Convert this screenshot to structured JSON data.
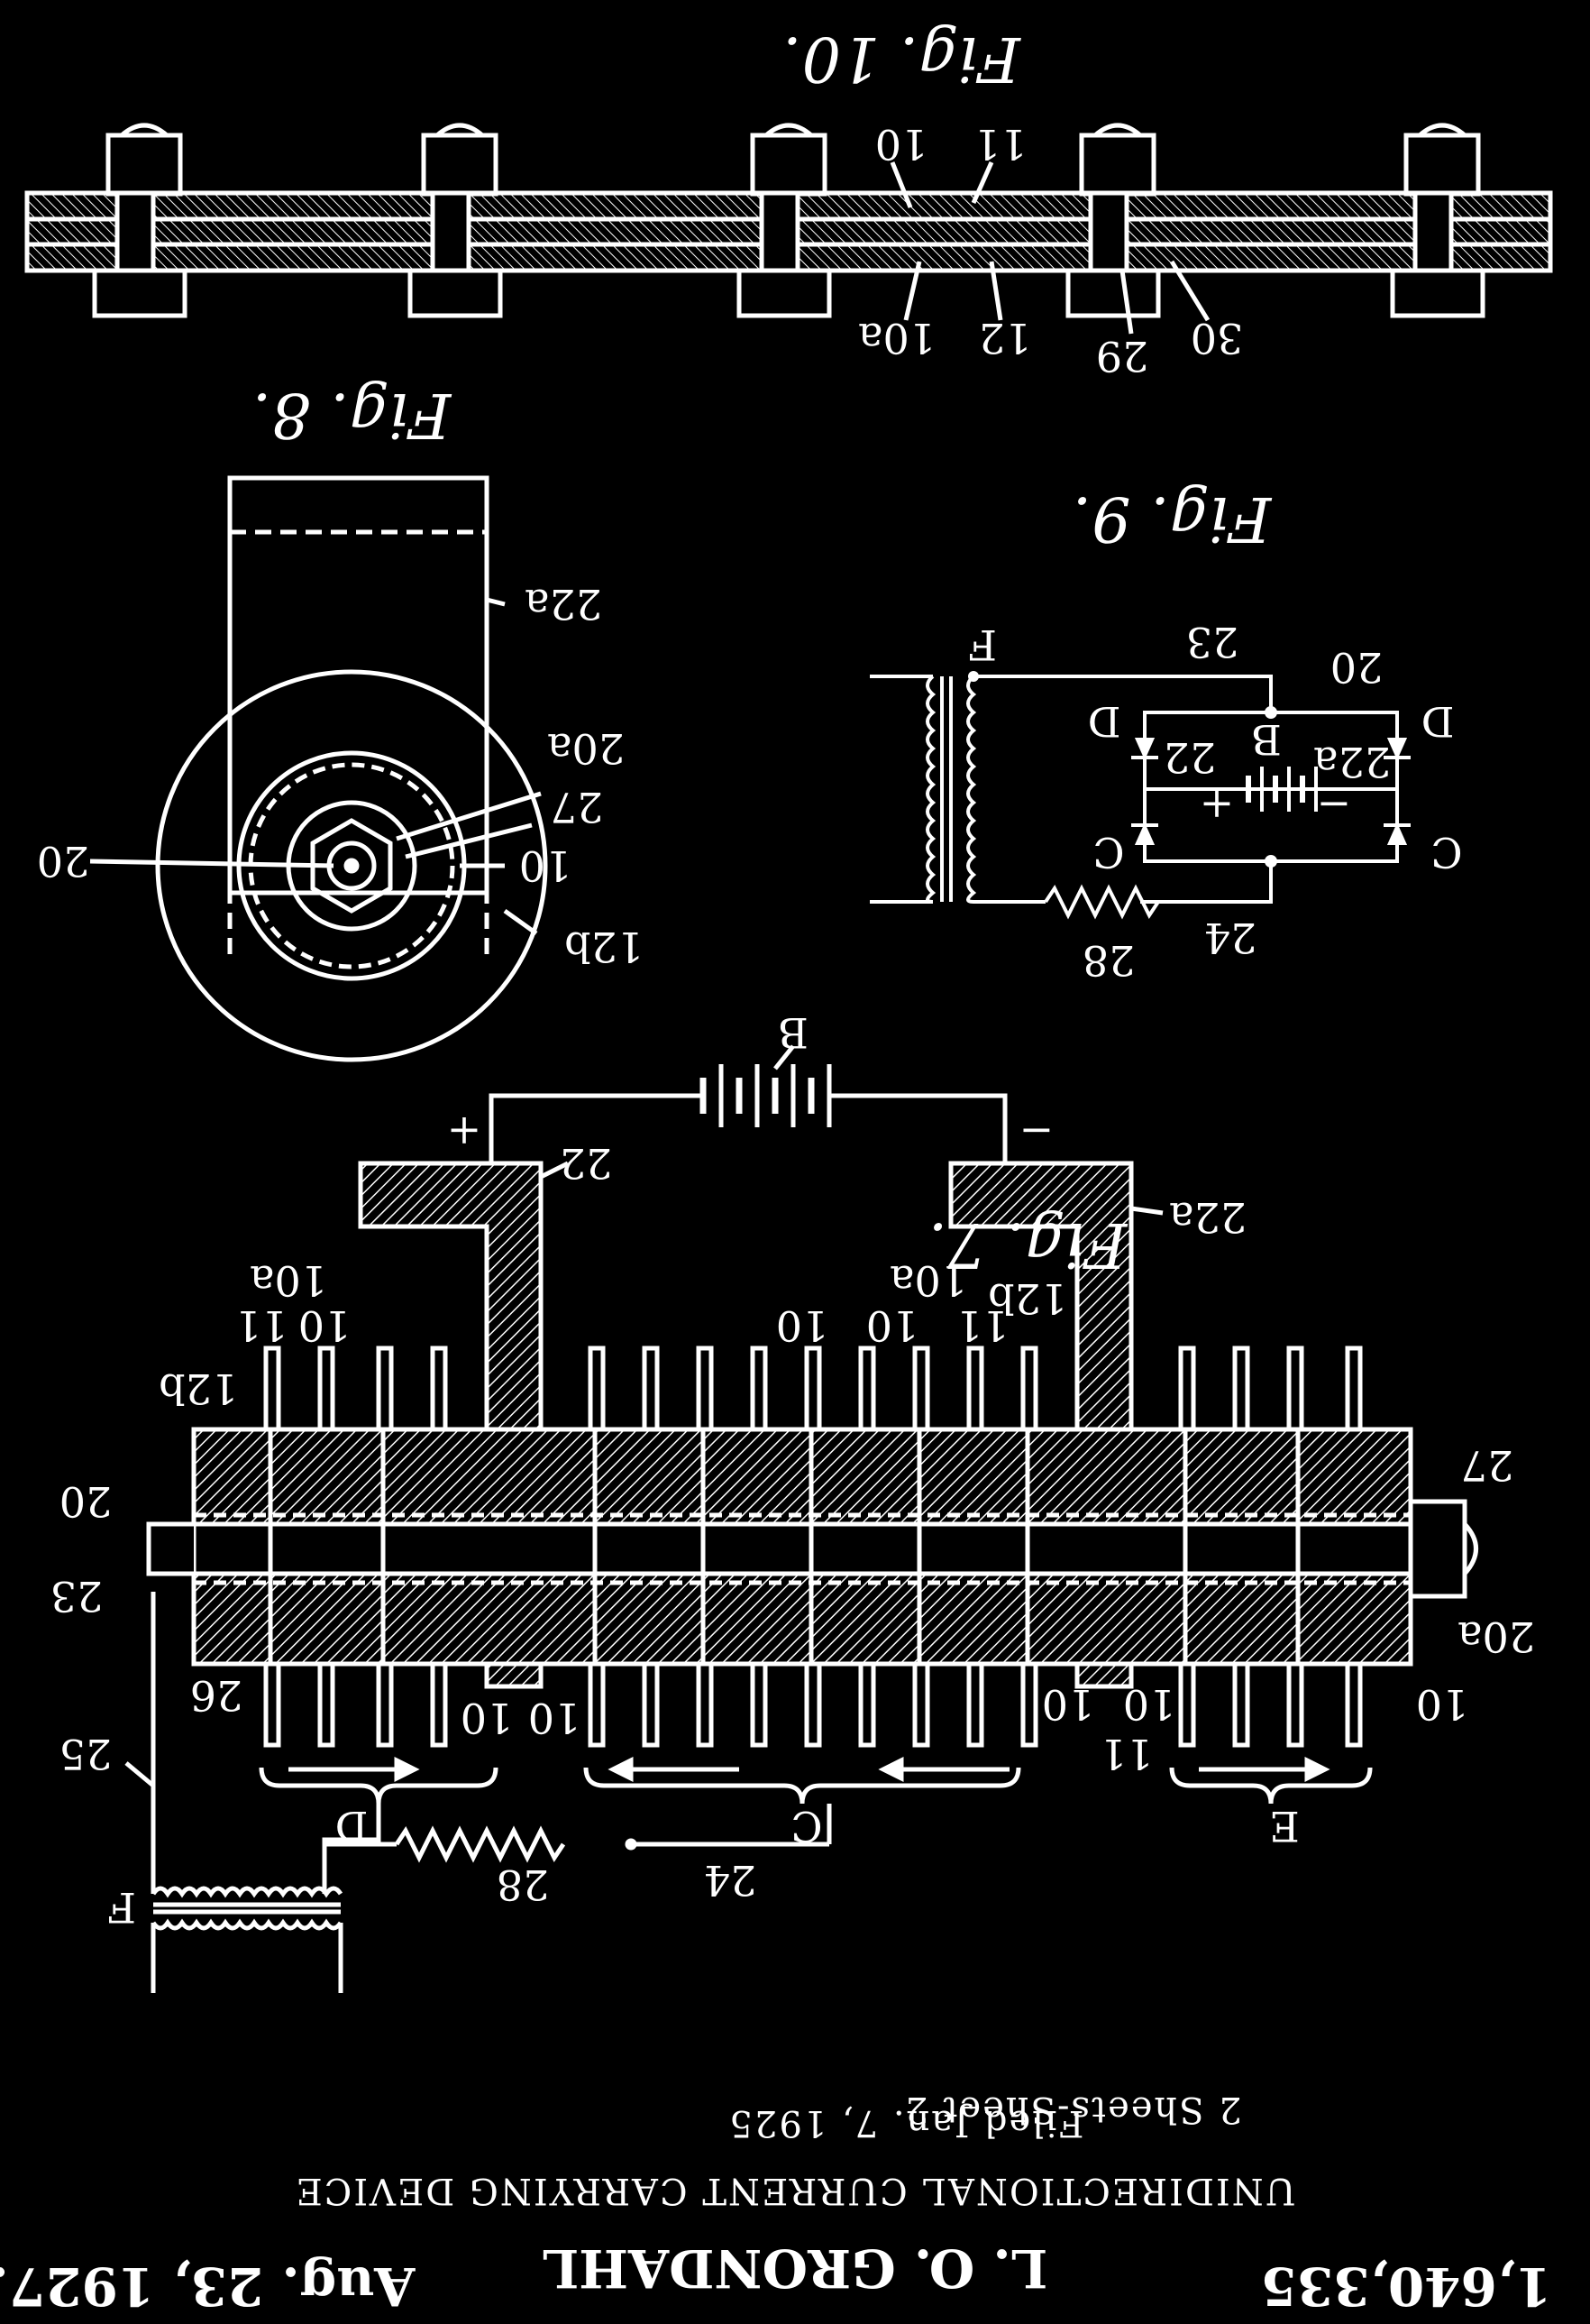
{
  "header": {
    "date": "Aug. 23, 1927.",
    "patent_number": "1,640,335",
    "inventor": "L. O. GRONDAHL",
    "title": "UNIDIRECTIONAL CURRENT CARRYING DEVICE",
    "filed": "Filed Jan. 7, 1925",
    "sheets": "2 Sheets-Sheet 2"
  },
  "figures": {
    "fig7": "Fig. 7.",
    "fig8": "Fig. 8.",
    "fig9": "Fig. 9.",
    "fig10": "Fig. 10."
  },
  "labels": {
    "B": "B",
    "C": "C",
    "D": "D",
    "E": "E",
    "F": "F",
    "plus": "+",
    "minus": "−",
    "n10": "10",
    "n10a": "10a",
    "n11": "11",
    "n12": "12",
    "n12b": "12b",
    "n20": "20",
    "n20a": "20a",
    "n22": "22",
    "n22a": "22a",
    "n23": "23",
    "n24": "24",
    "n25": "25",
    "n26": "26",
    "n27": "27",
    "n28": "28",
    "n29": "29",
    "n30": "30"
  },
  "colors": {
    "background": "#000000",
    "ink": "#ffffff"
  }
}
